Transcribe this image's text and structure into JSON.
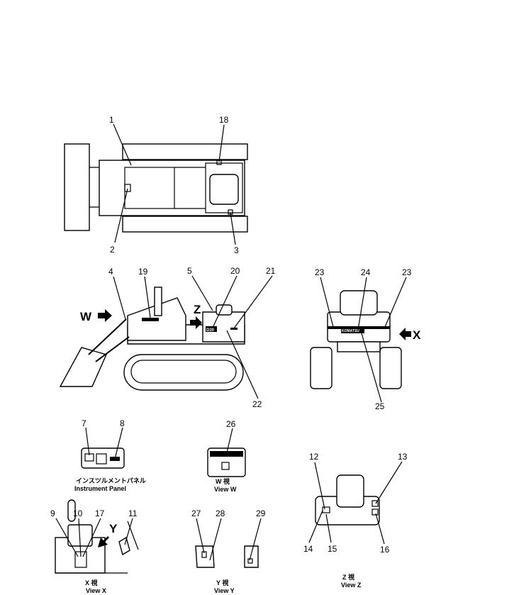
{
  "callouts": {
    "n1": "1",
    "n2": "2",
    "n3": "3",
    "n4": "4",
    "n5": "5",
    "n7": "7",
    "n8": "8",
    "n9": "9",
    "n10": "10",
    "n11": "11",
    "n12": "12",
    "n13": "13",
    "n14": "14",
    "n15": "15",
    "n16": "16",
    "n17": "17",
    "n18": "18",
    "n19": "19",
    "n20": "20",
    "n21": "21",
    "n22": "22",
    "n23a": "23",
    "n23b": "23",
    "n24": "24",
    "n25": "25",
    "n26": "26",
    "n27": "27",
    "n28": "28",
    "n29": "29"
  },
  "direction_labels": {
    "w": "W",
    "z": "Z",
    "x": "X",
    "y": "Y"
  },
  "captions": {
    "panel_jp": "インスツルメントパネル",
    "panel_en": "Instrument Panel",
    "view_w_jp": "W 視",
    "view_w_en": "View W",
    "view_x_jp": "X 視",
    "view_x_en": "View X",
    "view_y_jp": "Y 視",
    "view_y_en": "View Y",
    "view_z_jp": "Z 視",
    "view_z_en": "View Z"
  },
  "decal_text": {
    "model": "D20",
    "brand": "KOMATSU"
  }
}
